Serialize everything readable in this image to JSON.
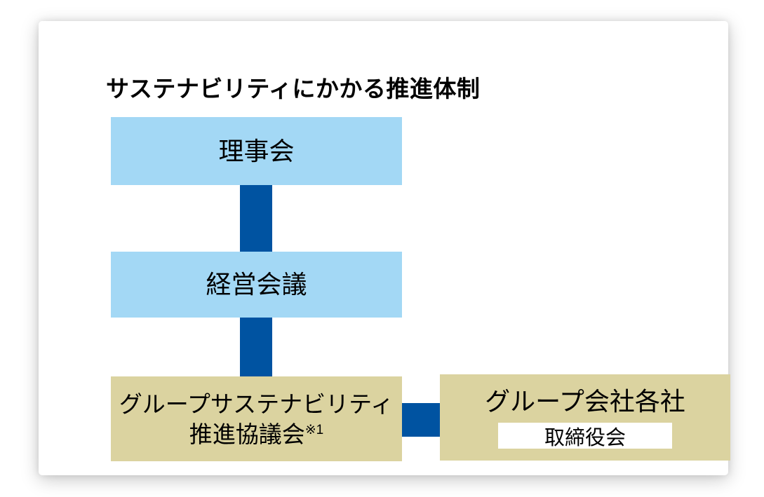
{
  "page": {
    "title": "サステナビリティにかかる推進体制"
  },
  "colors": {
    "light_blue": "#a3d8f5",
    "dark_blue": "#0053a1",
    "tan": "#dbd3a0",
    "inner_box_white": "#ffffff",
    "text": "#000000"
  },
  "diagram": {
    "nodes": {
      "board": {
        "label": "理事会"
      },
      "management": {
        "label": "経営会議"
      },
      "council": {
        "label_line1": "グループサステナビリティ",
        "label_line2": "推進協議会",
        "note_superscript": "※1"
      },
      "group_companies": {
        "label": "グループ会社各社",
        "sub_label": "取締役会"
      }
    },
    "connectors": [
      {
        "from": "board",
        "to": "management",
        "orientation": "vertical"
      },
      {
        "from": "management",
        "to": "council",
        "orientation": "vertical"
      },
      {
        "from": "council",
        "to": "group_companies",
        "orientation": "horizontal"
      }
    ]
  }
}
